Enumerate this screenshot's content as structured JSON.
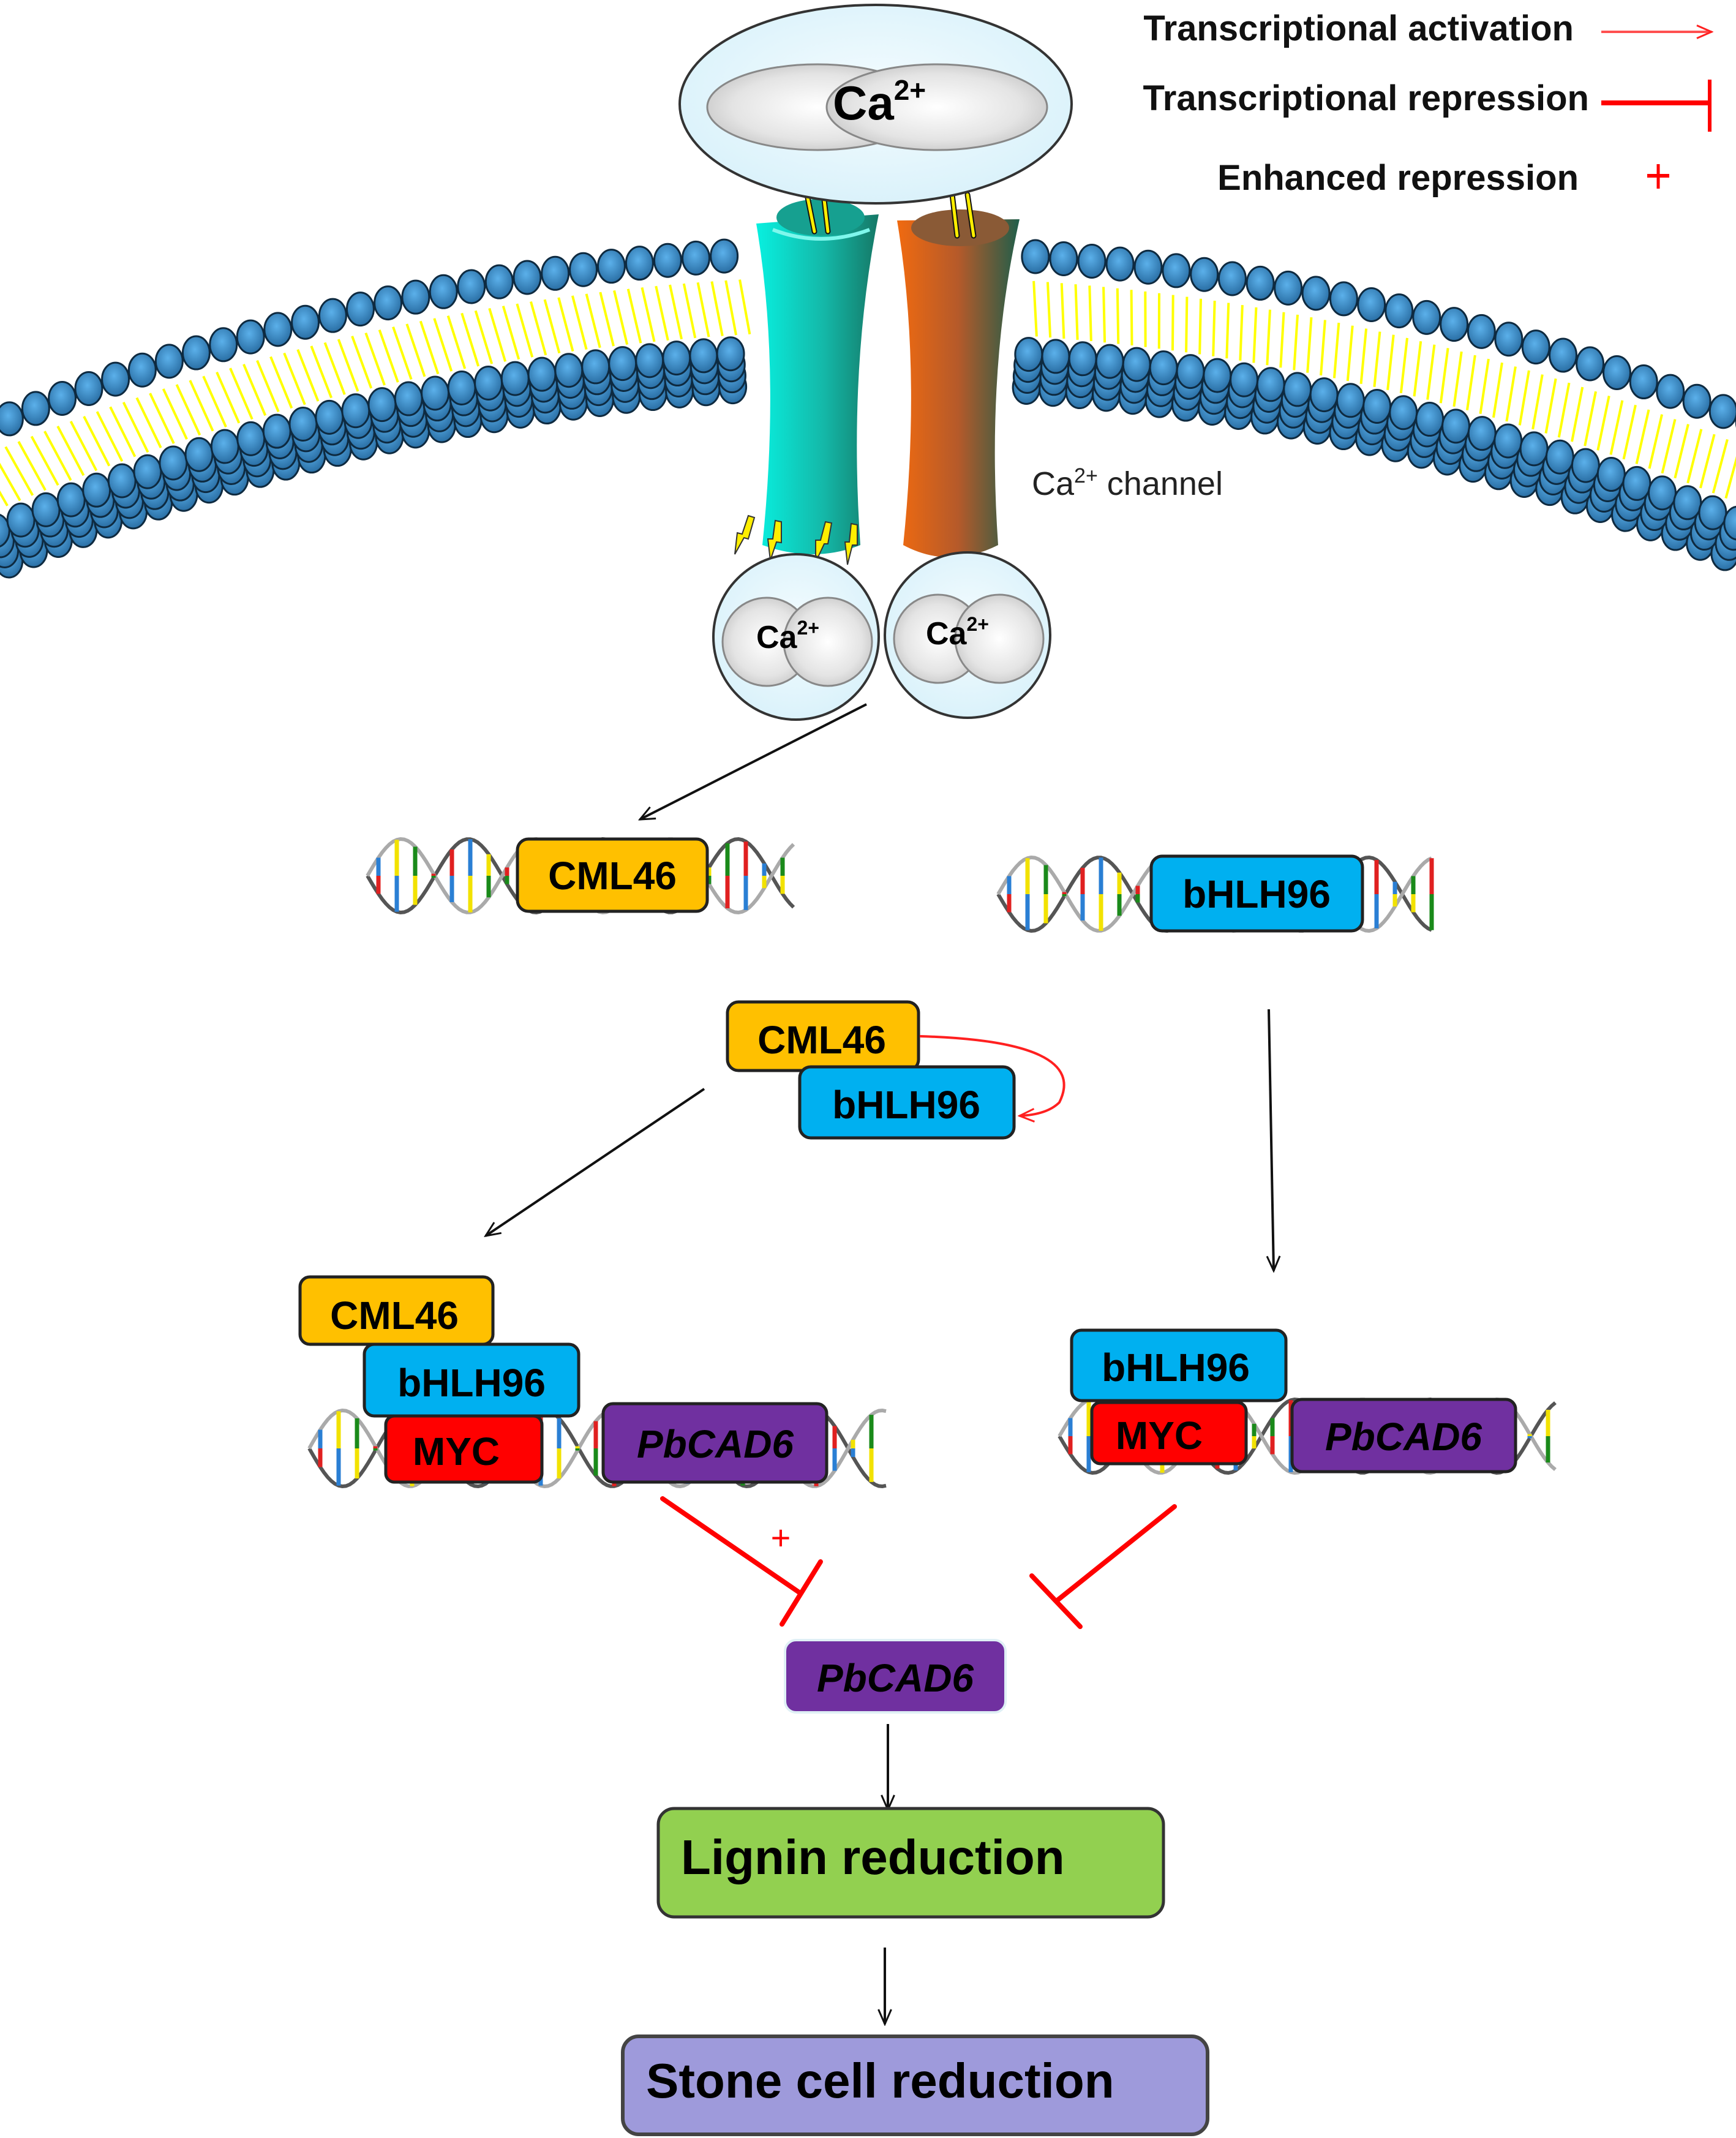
{
  "legend": {
    "activation": {
      "label": "Transcriptional activation",
      "symbol": "arrow-icon"
    },
    "repression": {
      "label": "Transcriptional repression",
      "symbol": "t-bar-icon"
    },
    "enhanced": {
      "label": "Enhanced repression",
      "symbol": "plus-icon"
    }
  },
  "ions": {
    "outer": {
      "base": "Ca",
      "charge": "2+"
    },
    "inner_left": {
      "base": "Ca",
      "charge": "2+"
    },
    "inner_right": {
      "base": "Ca",
      "charge": "2+"
    }
  },
  "channel_label": {
    "base": "Ca",
    "charge": "2+",
    "suffix": " channel"
  },
  "genes": {
    "cml46_gene": "CML46",
    "bhlh96_gene": "bHLH96"
  },
  "complex": {
    "cml46": "CML46",
    "bhlh96": "bHLH96"
  },
  "left_promoter": {
    "cml46": "CML46",
    "bhlh96": "bHLH96",
    "myc": "MYC",
    "target": "PbCAD6"
  },
  "right_promoter": {
    "bhlh96": "bHLH96",
    "myc": "MYC",
    "target": "PbCAD6"
  },
  "enhanced_mark": "+",
  "target_gene": "PbCAD6",
  "outcomes": {
    "lignin": "Lignin reduction",
    "stone_cell": "Stone cell reduction"
  },
  "colors": {
    "cml46": "#FFC000",
    "bhlh96": "#00B0F0",
    "myc": "#FF0000",
    "pbcad6": "#7030A0",
    "lignin": "#92D050",
    "stone_cell": "#9E9ADB",
    "repression": "#FF0000",
    "membrane_head": "#3C8DC8",
    "membrane_tail": "#FFFF00",
    "channel_left": "#00CFC0",
    "channel_right": "#D4621A",
    "ion_shell": "#E4F6FC"
  }
}
